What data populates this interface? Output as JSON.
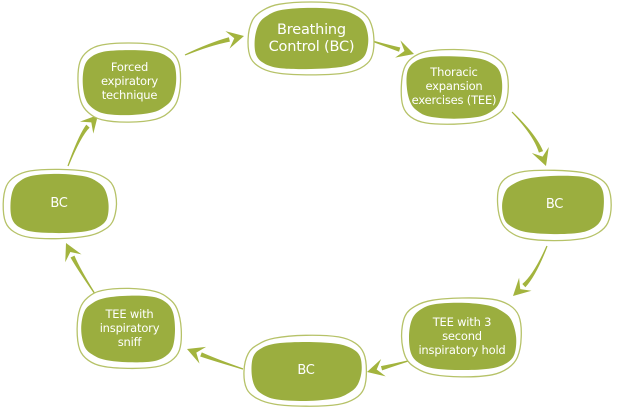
{
  "diagram": {
    "type": "cycle",
    "colors": {
      "node_fill": "#9bae3f",
      "node_outline": "#b6c268",
      "arrow": "#a3b43e",
      "text": "#ffffff",
      "background": "#ffffff"
    },
    "nodes": [
      {
        "id": "bc-top",
        "label": "Breathing\nControl (BC)"
      },
      {
        "id": "tee",
        "label": "Thoracic\nexpansion\nexercises (TEE)"
      },
      {
        "id": "bc-right",
        "label": "BC"
      },
      {
        "id": "tee-hold",
        "label": "TEE with 3\nsecond\ninspiratory hold"
      },
      {
        "id": "bc-bottom",
        "label": "BC"
      },
      {
        "id": "tee-sniff",
        "label": "TEE with\ninspiratory\nsniff"
      },
      {
        "id": "bc-left",
        "label": "BC"
      },
      {
        "id": "fet",
        "label": "Forced\nexpiratory\ntechnique"
      }
    ],
    "edges": [
      {
        "from": "bc-top",
        "to": "tee"
      },
      {
        "from": "tee",
        "to": "bc-right"
      },
      {
        "from": "bc-right",
        "to": "tee-hold"
      },
      {
        "from": "tee-hold",
        "to": "bc-bottom"
      },
      {
        "from": "bc-bottom",
        "to": "tee-sniff"
      },
      {
        "from": "tee-sniff",
        "to": "bc-left"
      },
      {
        "from": "bc-left",
        "to": "fet"
      },
      {
        "from": "fet",
        "to": "bc-top"
      }
    ]
  }
}
